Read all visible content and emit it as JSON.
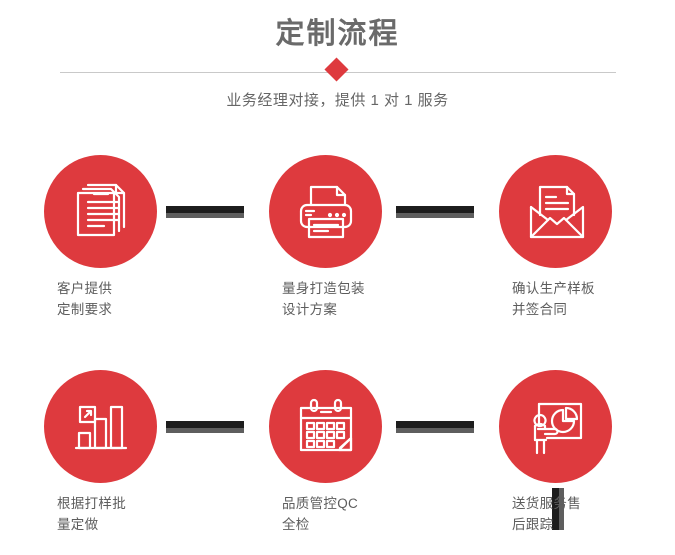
{
  "header": {
    "title": "定制流程",
    "subtitle": "业务经理对接，提供 1 对 1 服务",
    "divider_icon": "diamond-icon",
    "accent_color": "#de3a3e",
    "title_color": "#6a6a6a",
    "subtitle_color": "#666666",
    "divider_color": "#c9c9c9"
  },
  "flow": {
    "connector_color": "#1d1d1d",
    "connector_shadow_color": "#5e5e5e",
    "circle_color": "#de3a3e",
    "icon_color": "#ffffff",
    "rows": [
      {
        "steps": [
          {
            "icon": "documents-stack-icon",
            "caption_line1": "客户提供",
            "caption_line2": "定制要求"
          },
          {
            "icon": "printer-icon",
            "caption_line1": "量身打造包装",
            "caption_line2": "设计方案"
          },
          {
            "icon": "open-envelope-icon",
            "caption_line1": "确认生产样板",
            "caption_line2": "并签合同"
          }
        ]
      },
      {
        "steps": [
          {
            "icon": "bar-chart-growth-icon",
            "caption_line1": "根据打样批",
            "caption_line2": "量定做"
          },
          {
            "icon": "calendar-icon",
            "caption_line1": "品质管控QC",
            "caption_line2": "全检"
          },
          {
            "icon": "presenter-pie-chart-icon",
            "caption_line1": "送货服务售",
            "caption_line2": "后跟踪"
          }
        ]
      }
    ]
  }
}
